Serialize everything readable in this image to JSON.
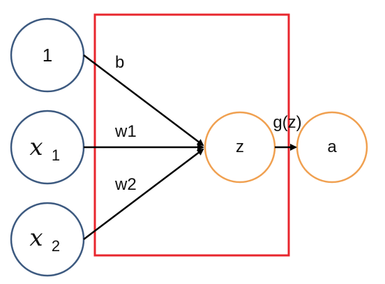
{
  "inputs": {
    "bias": "1",
    "x1": {
      "base": "x",
      "sub": "1"
    },
    "x2": {
      "base": "x",
      "sub": "2"
    }
  },
  "weights": {
    "b": "b",
    "w1": "w1",
    "w2": "w2"
  },
  "neuron": {
    "z": "z",
    "activation": "g(z)",
    "a": "a"
  },
  "colors": {
    "input_stroke": "#3d5a80",
    "neuron_stroke": "#f0a050",
    "box_stroke": "#e8262d",
    "arrow": "#000000"
  }
}
